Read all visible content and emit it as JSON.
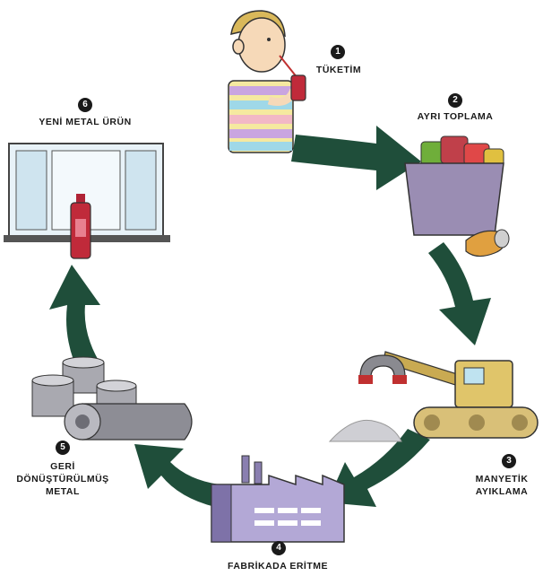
{
  "colors": {
    "arrow": "#1f4e3a",
    "arrow_dark": "#0f3325",
    "label": "#1a1a1a"
  },
  "steps": [
    {
      "number": "1",
      "label": "TÜKETİM"
    },
    {
      "number": "2",
      "label": "AYRI TOPLAMA"
    },
    {
      "number": "3",
      "label_line1": "MANYETİK",
      "label_line2": "AYIKLAMA"
    },
    {
      "number": "4",
      "label": "FABRİKADA ERİTME"
    },
    {
      "number": "5",
      "label_line1": "GERİ",
      "label_line2": "DÖNÜŞTÜRÜLMÜŞ",
      "label_line3": "METAL"
    },
    {
      "number": "6",
      "label": "YENİ METAL ÜRÜN"
    }
  ],
  "icons": [
    "person-drinking-icon",
    "recycle-bin-icon",
    "magnet-crane-icon",
    "factory-icon",
    "metal-rolls-icon",
    "window-bottle-icon"
  ]
}
